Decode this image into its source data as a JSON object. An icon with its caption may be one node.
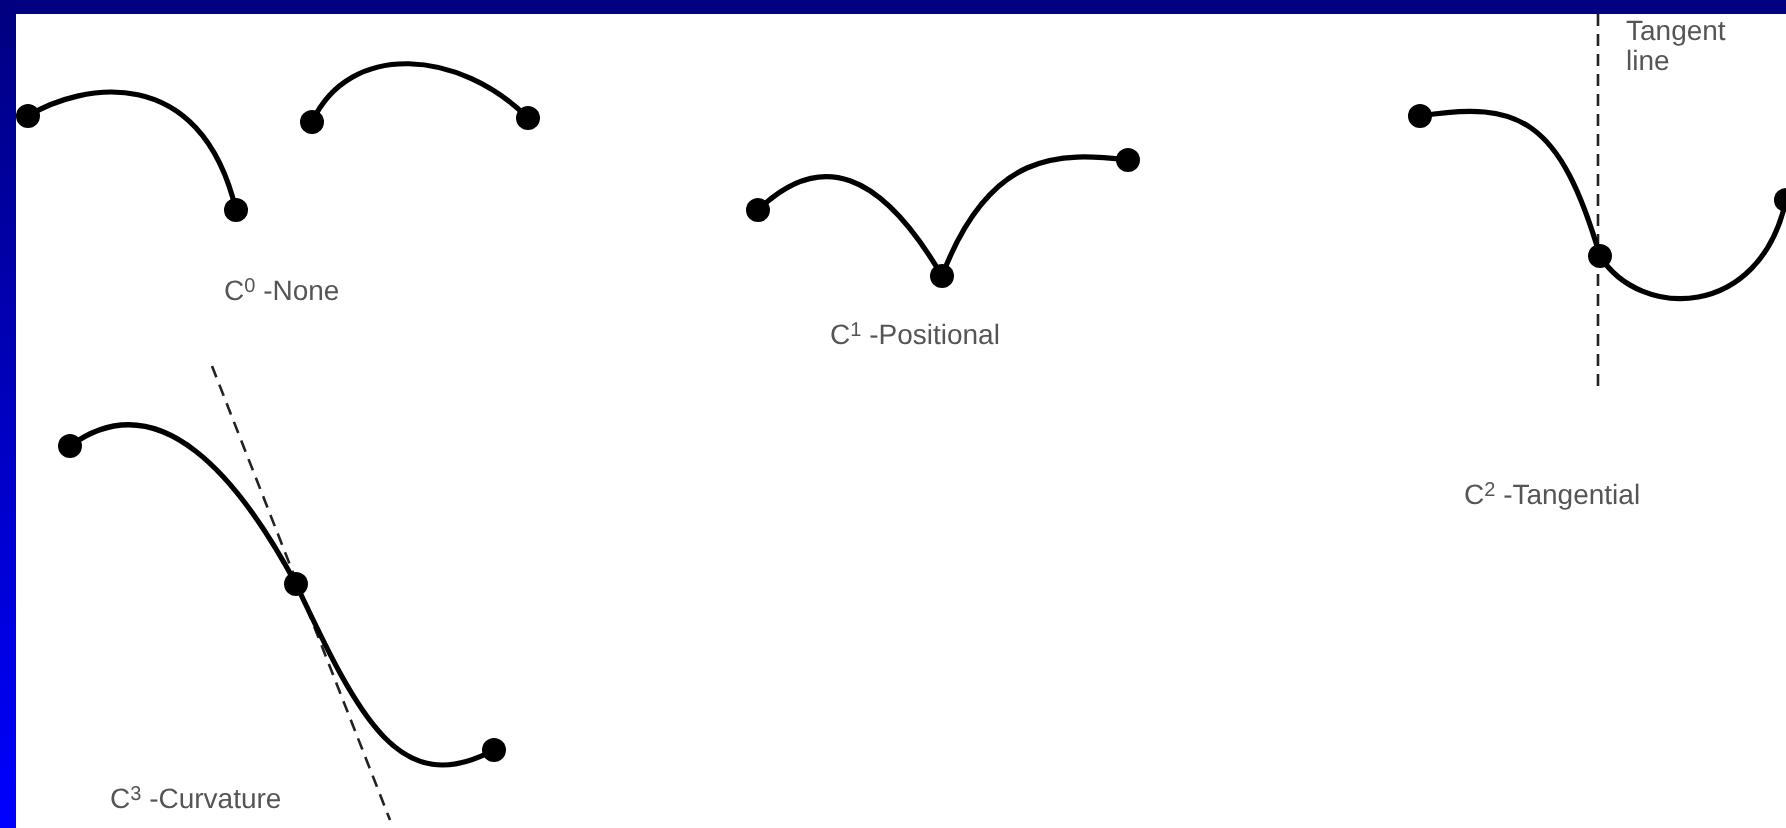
{
  "diagram": {
    "labels": [
      "C$^{0}$ -None",
      "C$^{1}$ -Positional",
      "Tangent line",
      "C$^{2}$ -Tangential",
      "C$^{3}$ -Curvature"
    ]
  }
}
